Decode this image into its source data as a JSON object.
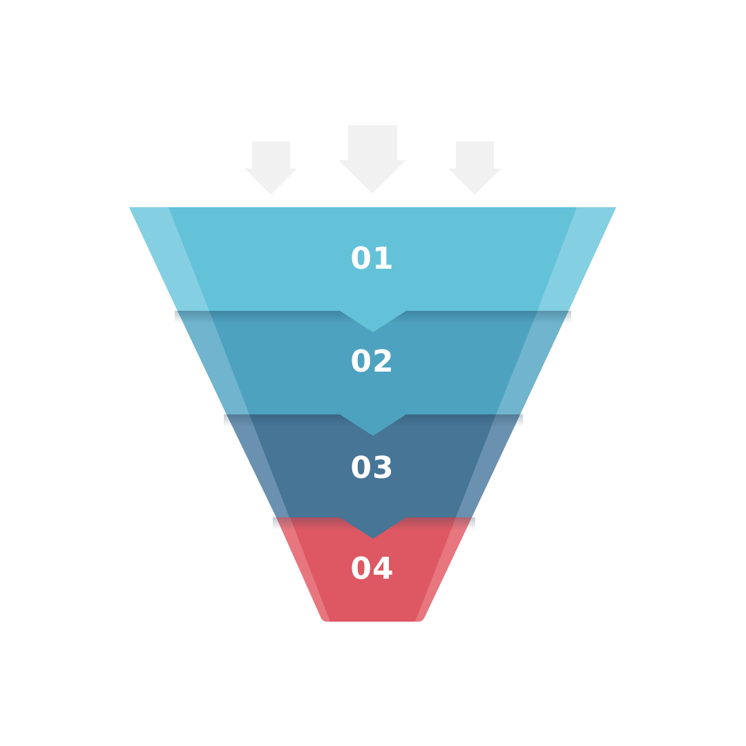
{
  "colors": {
    "background": "#ffffff",
    "input_arrow": "#f1f1f1",
    "shadow": "#1b3f55"
  },
  "input_arrows": [
    {
      "icon": "down-arrow-icon"
    },
    {
      "icon": "down-arrow-icon"
    },
    {
      "icon": "down-arrow-icon"
    }
  ],
  "stages": [
    {
      "label": "01",
      "color": "#63c2d8",
      "edge_color": "#84cfe1"
    },
    {
      "label": "02",
      "color": "#4da2bf",
      "edge_color": "#70b4cd"
    },
    {
      "label": "03",
      "color": "#467596",
      "edge_color": "#6b91b0"
    },
    {
      "label": "04",
      "color": "#dd5862",
      "edge_color": "#e7767f"
    }
  ]
}
